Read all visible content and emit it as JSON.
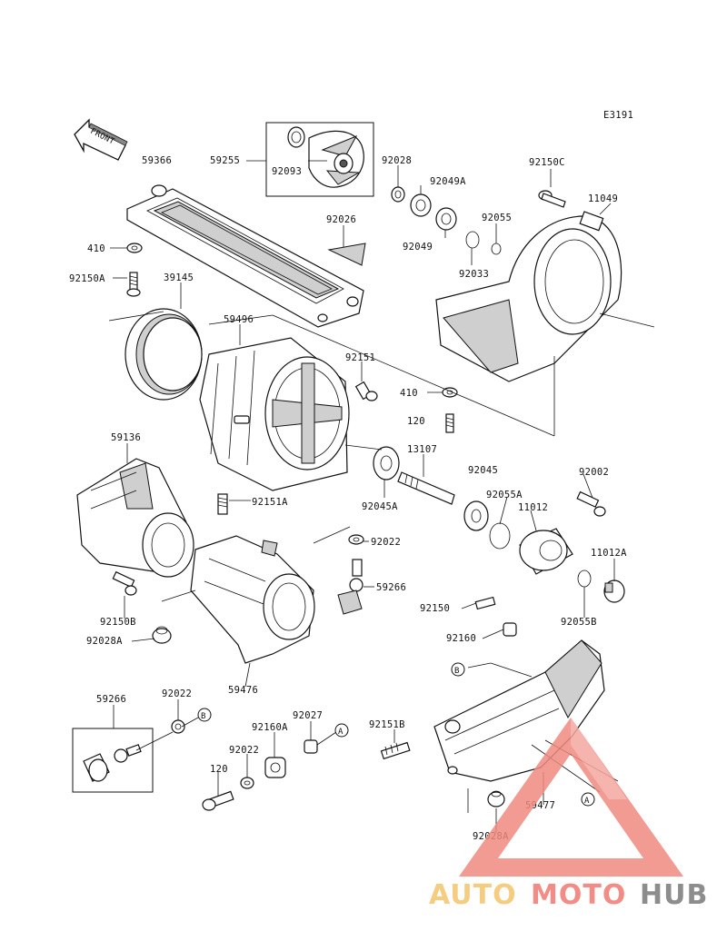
{
  "diagram_code": "E3191",
  "front_label": "FRONT",
  "callouts": {
    "a": "A",
    "b": "B"
  },
  "labels": {
    "p59366": "59366",
    "p59255": "59255",
    "p92093": "92093",
    "p92028": "92028",
    "p92049A": "92049A",
    "p92150C": "92150C",
    "p11049": "11049",
    "p92026": "92026",
    "p92055": "92055",
    "p410a": "410",
    "p92049": "92049",
    "p92033": "92033",
    "p92150A": "92150A",
    "p39145": "39145",
    "p59496": "59496",
    "p92151": "92151",
    "p410b": "410",
    "p120a": "120",
    "p59136": "59136",
    "p13107": "13107",
    "p92045": "92045",
    "p92002": "92002",
    "p92151A": "92151A",
    "p92045A": "92045A",
    "p92055A": "92055A",
    "p11012": "11012",
    "p92022a": "92022",
    "p11012A": "11012A",
    "p59266a": "59266",
    "p92150": "92150",
    "p92150B": "92150B",
    "p92055B": "92055B",
    "p92028A": "92028A",
    "p92160": "92160",
    "p59476": "59476",
    "p59266b": "59266",
    "p92022b": "92022",
    "p92027": "92027",
    "p92151B": "92151B",
    "p92160A": "92160A",
    "p92022c": "92022",
    "p120b": "120",
    "p59477": "59477",
    "p92028A2": "92028A"
  },
  "watermark": {
    "word_auto": "AUTO",
    "word_moto": "MOTO",
    "word_hub": "HUB",
    "color_auto": "#f3c56b",
    "color_moto": "#ef7a72",
    "color_hub": "#7a7a7a",
    "triangle_color": "#f08a80"
  }
}
